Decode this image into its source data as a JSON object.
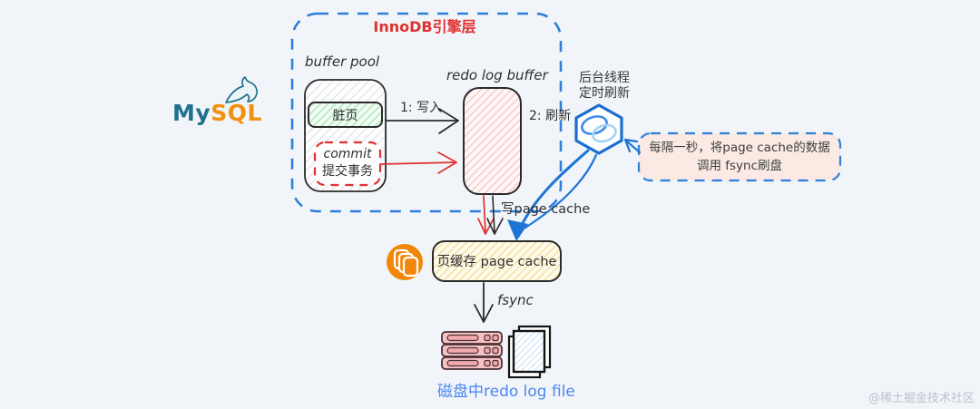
{
  "diagram": {
    "background_color": "#F1F5F9",
    "innodb_layer_title": "InnoDB引擎层",
    "mysql_logo": {
      "my": "My",
      "sql": "SQL",
      "dolphin_icon": "dolphin-icon"
    },
    "buffer_pool": {
      "label": "buffer pool",
      "dirty_page_label": "脏页",
      "commit_label_en": "commit",
      "commit_label_zh": "提交事务"
    },
    "redo_log_buffer_label": "redo log buffer",
    "flow_labels": {
      "step1": "1: 写入",
      "step2": "2: 刷新",
      "write_page_cache": "写page cache",
      "fsync": "fsync"
    },
    "background_thread": {
      "line1": "后台线程",
      "line2": "定时刷新",
      "icon": "sync-rings-hexagon-icon"
    },
    "note": {
      "line1": "每隔一秒，将page cache的数据",
      "line2": "调用 fsync刷盘"
    },
    "page_cache": {
      "label": "页缓存 page cache",
      "icon": "stacked-pages-icon"
    },
    "disk": {
      "label": "磁盘中redo log file",
      "server_icon": "server-stack-icon",
      "files_icon": "stacked-files-icon"
    },
    "watermark": "@稀土掘金技术社区",
    "colors": {
      "accent_blue": "#1E74D6",
      "accent_red": "#E03131",
      "mysql_teal": "#1F718D",
      "mysql_orange": "#F29111",
      "disk_label_blue": "#4C86F0",
      "page_cache_icon_orange": "#F0870A",
      "note_fill": "#FAEAE3"
    }
  }
}
